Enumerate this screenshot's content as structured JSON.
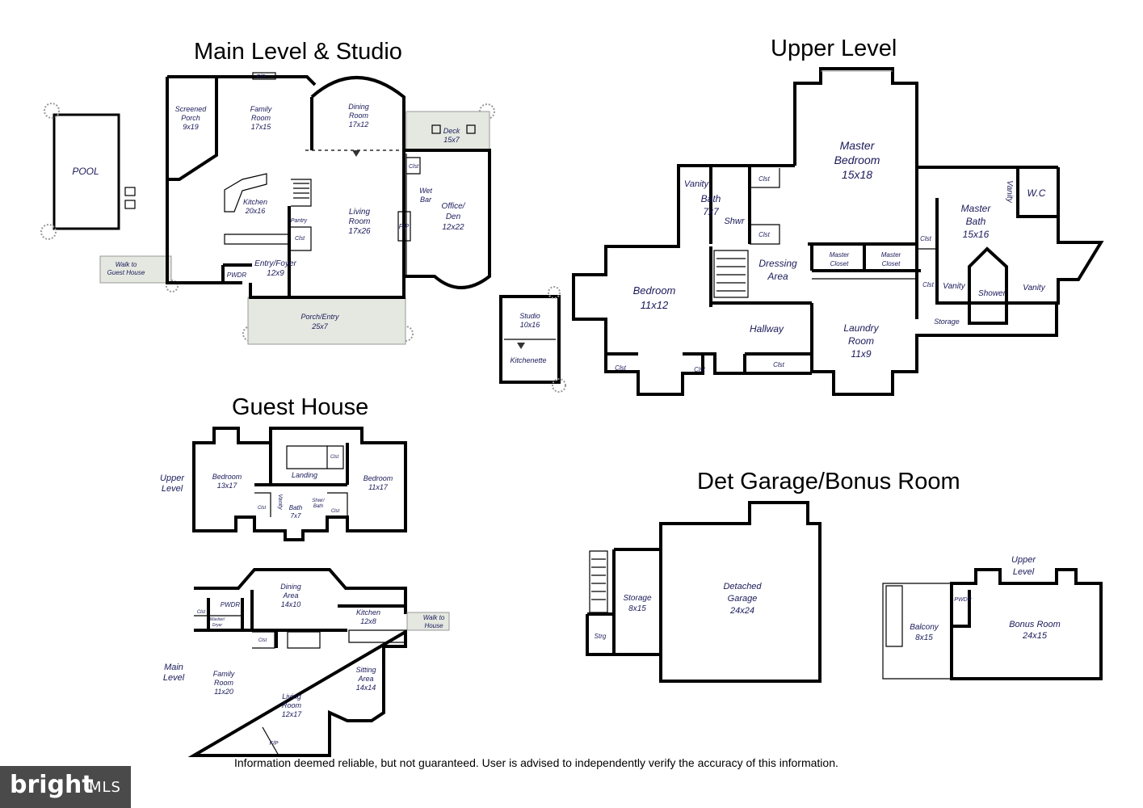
{
  "sections": {
    "main_level": "Main Level & Studio",
    "upper_level": "Upper Level",
    "guest_house": "Guest House",
    "garage": "Det Garage/Bonus Room"
  },
  "rooms": {
    "pool": "POOL",
    "screened_porch": [
      "Screened",
      "Porch",
      "9x19"
    ],
    "family_room": [
      "Family",
      "Room",
      "17x15"
    ],
    "fp_top": "F/P",
    "dining_room": [
      "Dining",
      "Room",
      "17x12"
    ],
    "deck": [
      "Deck",
      "15x7"
    ],
    "kitchen": [
      "Kitchen",
      "20x16"
    ],
    "pantry": "Pantry",
    "clst_main": "Clst",
    "living_room": [
      "Living",
      "Room",
      "17x26"
    ],
    "clst_wet": "Clst",
    "wet_bar": [
      "Wet",
      "Bar"
    ],
    "fp_living": "F/P",
    "office": [
      "Office/",
      "Den",
      "12x22"
    ],
    "walk_guest": [
      "Walk to",
      "Guest House"
    ],
    "pwdr_main": "PWDR",
    "entry_foyer": [
      "Entry/Foyer",
      "12x9"
    ],
    "porch_entry": [
      "Porch/Entry",
      "25x7"
    ],
    "studio": [
      "Studio",
      "10x16"
    ],
    "kitchenette": "Kitchenette",
    "u_vanity_bath": "Vanity",
    "u_bath": [
      "Bath",
      "7x7"
    ],
    "u_shwr": "Shwr",
    "u_clst1": "Clst",
    "u_clst2": "Clst",
    "master_bedroom": [
      "Master",
      "Bedroom",
      "15x18"
    ],
    "u_vanity_mb1": "Vanity",
    "wc": "W.C",
    "master_bath": [
      "Master",
      "Bath",
      "15x16"
    ],
    "u_clst3": "Clst",
    "dressing": [
      "Dressing",
      "Area"
    ],
    "master_closet1": [
      "Master",
      "Closet"
    ],
    "master_closet2": [
      "Master",
      "Closet"
    ],
    "u_clst4": "Clst",
    "u_vanity2": "Vanity",
    "u_shower": "Shower",
    "u_vanity3": "Vanity",
    "bedroom_u": [
      "Bedroom",
      "11x12"
    ],
    "hallway": "Hallway",
    "laundry": [
      "Laundry",
      "Room",
      "11x9"
    ],
    "storage_u": "Storage",
    "u_clst5": "Clst",
    "u_clst6": "Clst",
    "u_clst7": "Clst",
    "g_upper_level": [
      "Upper",
      "Level"
    ],
    "g_bedroom1": [
      "Bedroom",
      "13x17"
    ],
    "g_landing": "Landing",
    "g_clst1": "Clst",
    "g_bedroom2": [
      "Bedroom",
      "11x17"
    ],
    "g_clst2": "Clst",
    "g_vanity": "Vanity",
    "g_bath": [
      "Bath",
      "7x7"
    ],
    "g_shwr_bath": [
      "Shwr/",
      "Bath"
    ],
    "g_clst3": "Clst",
    "g_dining": [
      "Dining",
      "Area",
      "14x10"
    ],
    "g_clst4": "Clst",
    "g_pwdr": "PWDR",
    "g_washer": [
      "Washer/",
      "Dryer"
    ],
    "g_kitchen": [
      "Kitchen",
      "12x8"
    ],
    "g_walk_house": [
      "Walk to",
      "House"
    ],
    "g_clst5": "Clst",
    "g_main_level": [
      "Main",
      "Level"
    ],
    "g_family": [
      "Family",
      "Room",
      "11x20"
    ],
    "g_sitting": [
      "Sitting",
      "Area",
      "14x14"
    ],
    "g_living": [
      "Living",
      "Room",
      "12x17"
    ],
    "g_fp": "F/P",
    "storage_g": [
      "Storage",
      "8x15"
    ],
    "strg": "Strg",
    "det_garage": [
      "Detached",
      "Garage",
      "24x24"
    ],
    "b_upper_level": [
      "Upper",
      "Level"
    ],
    "b_pwdr": "PWDR",
    "balcony": [
      "Balcony",
      "8x15"
    ],
    "bonus_room": [
      "Bonus Room",
      "24x15"
    ]
  },
  "disclaimer": "Information deemed reliable, but not guaranteed.  User is advised to independently verify the accuracy of this information.",
  "logo": {
    "brand": "bright",
    "suffix": "MLS"
  }
}
